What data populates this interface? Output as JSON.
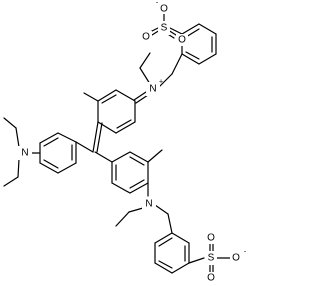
{
  "colors": {
    "background": "#ffffff",
    "ink": "#000000"
  },
  "atoms": {
    "sulfonate_top": {
      "oxygen_1": "O",
      "oxygen_2": "O",
      "oxygen_3": "O",
      "sulfur": "S",
      "charge": "-"
    },
    "iminium": {
      "nitrogen": "N",
      "charge": "+"
    },
    "amine_left": {
      "nitrogen": "N"
    },
    "amine_bottom": {
      "nitrogen": "N"
    },
    "sulfonate_bottom": {
      "oxygen_1": "O",
      "oxygen_2": "O",
      "oxygen_3": "O",
      "sulfur": "S",
      "charge": "-"
    }
  }
}
